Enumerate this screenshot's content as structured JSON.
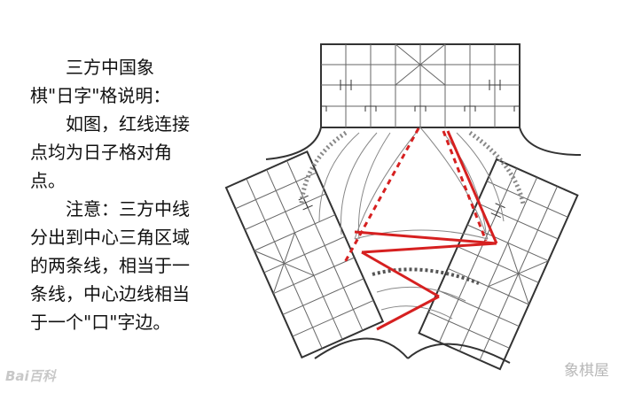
{
  "text": {
    "title_line1": "三方中国象",
    "title_line2": "棋\"日字\"格说明：",
    "para1_line1": "如图，红线连接",
    "para1_line2": "点均为日子格对角",
    "para1_line3": "点。",
    "para2_line1": "注意：三方中线",
    "para2_line2": "分出到中心三角区域",
    "para2_line3": "的两条线，相当于一",
    "para2_line4": "条线，中心边线相当",
    "para2_line5": "于一个\"口\"字边。"
  },
  "watermarks": {
    "left": "Bai百科",
    "right": "象棋屋"
  },
  "colors": {
    "red_line": "#d62020",
    "grid": "#666666",
    "border": "#333333",
    "text": "#111111"
  }
}
